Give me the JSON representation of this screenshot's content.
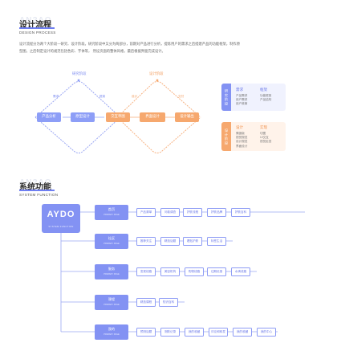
{
  "design_process": {
    "watermark": "AN?AO",
    "title": "设计流程",
    "subtitle": "DESIGN PROCESS",
    "paragraph_line1": "设计流程分为两个大阶段—研究、设计阶段。研究阶段中又分为两部分，前期对产品进行分析，提炼用户的需求之后搭建产品的功能框架，制作原",
    "paragraph_line2": "型图，之后制定设计的规范包括色彩、字体等， 然设页面的整体风格，最后根据界面完成设计。",
    "phase_research": "研究阶段",
    "phase_design": "设计阶段",
    "nodes": {
      "product_analysis": "产品分析",
      "prototype_design": "原型设计",
      "interaction_draft": "交互草图",
      "ui_design": "界面设计",
      "design_output": "设计输出"
    },
    "tiny_labels": {
      "requirement": "需求",
      "framework": "框架",
      "design": "设计",
      "output": "交付"
    },
    "legend_research": {
      "tab": "研究阶段",
      "col1_head": "需求",
      "col1_items": [
        "产品需求",
        "用户需求",
        "用户故事"
      ],
      "col2_head": "框架",
      "col2_items": [
        "功能框架",
        "产品结构"
      ]
    },
    "legend_design": {
      "tab": "设计阶段",
      "col1_head": "设计",
      "col1_items": [
        "情绪版",
        "视觉规范",
        "设计规范",
        "界面设计"
      ],
      "col2_head": "实现",
      "col2_items": [
        "切图",
        "UI交互",
        "视觉走查"
      ]
    }
  },
  "system_function": {
    "watermark": "AN?AO",
    "title": "系统功能",
    "subtitle": "SYSTEM FUNCTION",
    "logo_text": "AYDO",
    "logo_sub": "SYSTEM FUNCTION",
    "pages": [
      {
        "title": "首页",
        "sub": "PRIMARY PAGE",
        "features": [
          "产品清单",
          "问卷调查",
          "护肤流程",
          "护肤品牌",
          "护肤百科"
        ]
      },
      {
        "title": "社区",
        "sub": "PRIMARY PAGE",
        "features": [
          "推荐关注",
          "精选话题",
          "看贴护肤",
          "标签生活"
        ]
      },
      {
        "title": "服务",
        "sub": "PRIMARY PAGE",
        "features": [
          "发现线路",
          "美容机构",
          "购物线路",
          "往期优惠",
          "水滴线路"
        ]
      },
      {
        "title": "课程",
        "sub": "PRIMARY PAGE",
        "features": [
          "精选课程",
          "知识百科"
        ]
      },
      {
        "title": "我的",
        "sub": "PRIMARY PAGE",
        "features": [
          "预测话题",
          "测肤记录",
          "我的收藏",
          "评论和转发",
          "我的收藏",
          "我的中心"
        ]
      }
    ]
  },
  "colors": {
    "accent_blue": "#8392f3",
    "accent_orange": "#f6a86e",
    "line_blue": "#9aa6f3",
    "line_orange": "#f7b282"
  }
}
